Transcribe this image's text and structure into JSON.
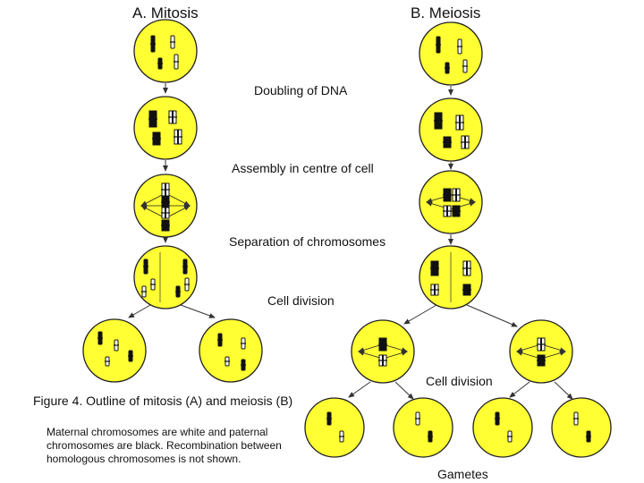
{
  "columns": {
    "mitosis": "A. Mitosis",
    "meiosis": "B. Meiosis"
  },
  "steps": {
    "doubling": "Doubling of DNA",
    "assembly": "Assembly in centre of cell",
    "separation": "Separation of chromosomes",
    "cell_division_1": "Cell division",
    "cell_division_2": "Cell division",
    "gametes": "Gametes"
  },
  "caption": {
    "title": "Figure 4.  Outline of mitosis (A) and meiosis (B)",
    "body": "Maternal chromosomes are white and paternal chromosomes are black. Recombination between homologous chromosomes is not shown."
  },
  "colors": {
    "cell_fill": "#ffff33",
    "cell_stroke": "#222222",
    "paternal": "#111111",
    "maternal": "#ffffff"
  }
}
